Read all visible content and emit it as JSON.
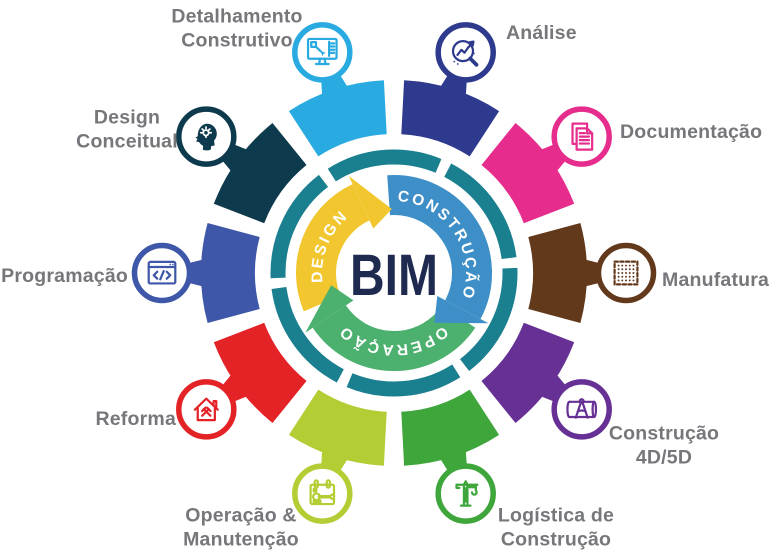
{
  "center": {
    "title": "BIM",
    "color": "#1F2A50"
  },
  "ring": {
    "dash_color": "#1A7F8E"
  },
  "arrows": [
    {
      "id": "design",
      "label": "DESIGN",
      "color": "#F1C62E"
    },
    {
      "id": "construcao",
      "label": "CONSTRUÇÃO",
      "color": "#3E8FC7"
    },
    {
      "id": "operacao",
      "label": "OPERAÇÃO",
      "color": "#4CB06E"
    }
  ],
  "items": [
    {
      "id": "detalhamento-construtivo",
      "label": "Detalhamento\nConstrutivo",
      "color": "#29ABE2",
      "icon": "monitor-cad"
    },
    {
      "id": "analise",
      "label": "Análise",
      "color": "#2E3A8E",
      "icon": "magnifier-chart"
    },
    {
      "id": "documentacao",
      "label": "Documentação",
      "color": "#E62D8D",
      "icon": "documents"
    },
    {
      "id": "manufatura",
      "label": "Manufatura",
      "color": "#63391B",
      "icon": "perforated-panel"
    },
    {
      "id": "construcao-4d5d",
      "label": "Construção\n4D/5D",
      "color": "#663095",
      "icon": "blueprint-compass"
    },
    {
      "id": "logistica-construcao",
      "label": "Logística de\nConstrução",
      "color": "#3EA63B",
      "icon": "tower-crane"
    },
    {
      "id": "operacao-manutencao",
      "label": "Operação &\nManutenção",
      "color": "#B3CD34",
      "icon": "maintenance-board"
    },
    {
      "id": "reforma",
      "label": "Reforma",
      "color": "#E42327",
      "icon": "house-tools"
    },
    {
      "id": "programacao",
      "label": "Programação",
      "color": "#3E57A8",
      "icon": "code-window"
    },
    {
      "id": "design-conceitual",
      "label": "Design\nConceitual",
      "color": "#0E3A4D",
      "icon": "head-idea"
    }
  ],
  "label_text_color": "#76777B"
}
